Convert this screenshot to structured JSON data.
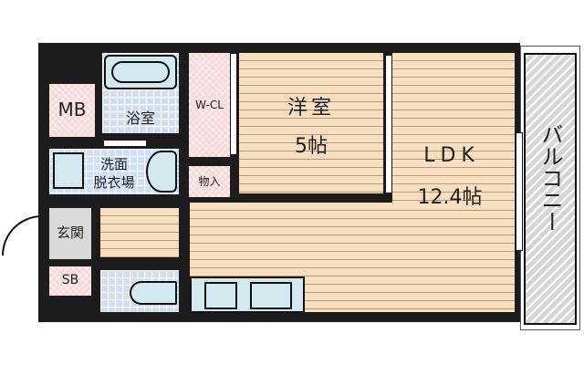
{
  "floor_plan": {
    "rooms": {
      "mb": {
        "label": "MB"
      },
      "bath": {
        "label": "浴室"
      },
      "wcl": {
        "label": "W-CL"
      },
      "western": {
        "label": "洋室",
        "size": "5帖"
      },
      "washroom": {
        "label_line1": "洗面",
        "label_line2": "脱衣場"
      },
      "storage": {
        "label": "物入"
      },
      "ldk": {
        "label": "LDK",
        "size": "12.4帖"
      },
      "balcony": {
        "label": "バルコニー"
      },
      "entrance": {
        "label": "玄関"
      },
      "sb": {
        "label": "SB"
      }
    },
    "colors": {
      "wall": "#1c1c1c",
      "floor_wood": "#f7dfbf",
      "closet_pink": "#f6d9d9",
      "wet_tile": "#cfdff5",
      "entrance_gray": "#d9d9d9",
      "balcony_gray": "#d6d6d6",
      "fixture": "#d4e9ef"
    }
  }
}
